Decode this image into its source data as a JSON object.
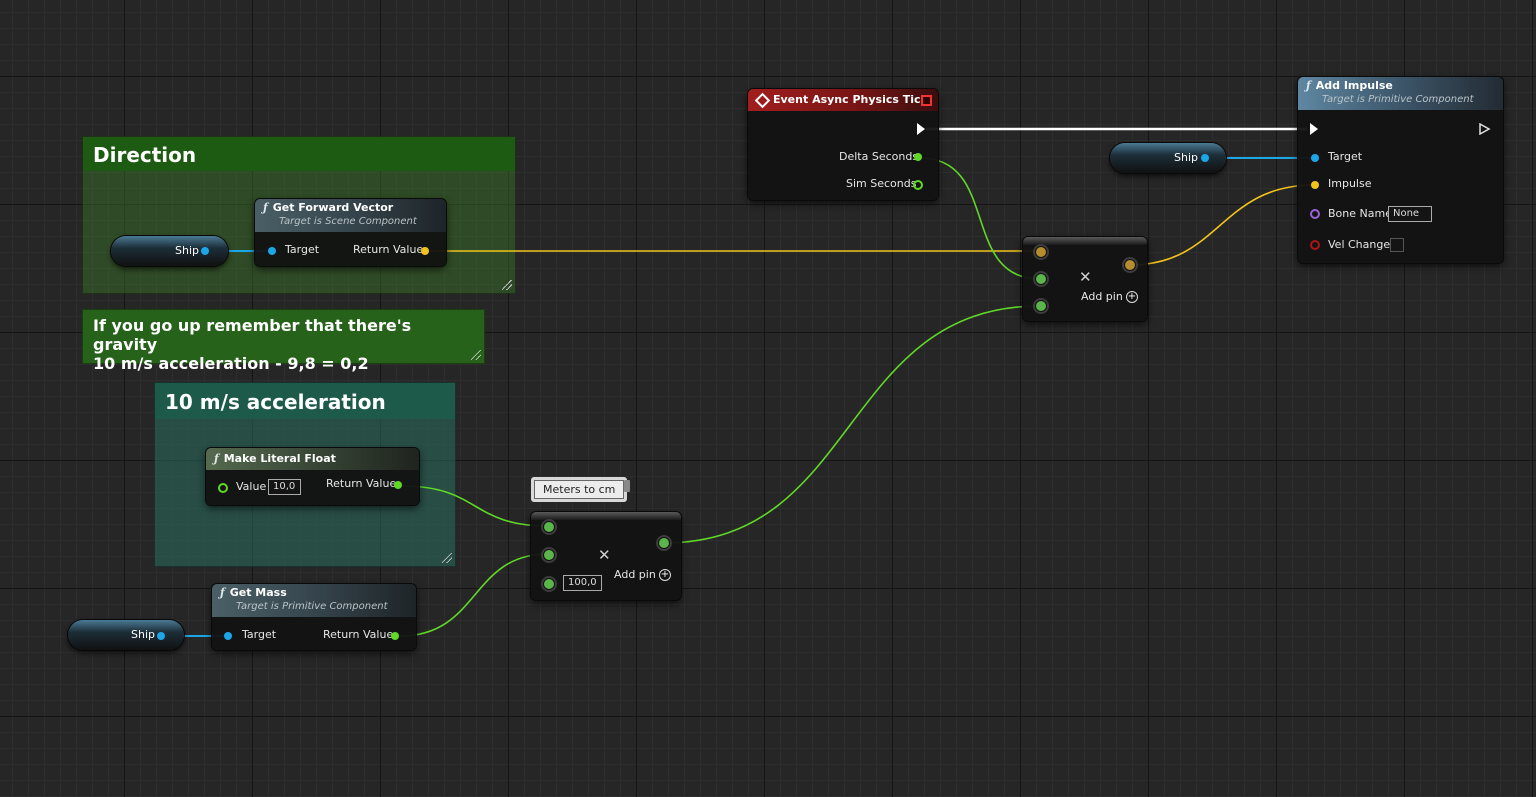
{
  "comments": {
    "direction": {
      "title": "Direction",
      "color": "#1d5a12"
    },
    "gravity": {
      "line1": "If you go up remember that there's gravity",
      "line2": "10 m/s acceleration - 9,8 = 0,2",
      "color": "#27621b"
    },
    "acceleration": {
      "title": "10 m/s acceleration",
      "color": "#1e5a4a"
    }
  },
  "nodes": {
    "event_tick": {
      "title": "Event Async Physics Tick",
      "pin_delta": "Delta Seconds",
      "pin_sim": "Sim Seconds",
      "color": "#8c1a1a"
    },
    "add_impulse": {
      "title": "Add Impulse",
      "subtitle": "Target is Primitive Component",
      "pin_target": "Target",
      "pin_impulse": "Impulse",
      "pin_bone": "Bone Name",
      "bone_value": "None",
      "pin_vel": "Vel Change"
    },
    "get_forward": {
      "title": "Get Forward Vector",
      "subtitle": "Target is Scene Component",
      "pin_target": "Target",
      "pin_return": "Return Value"
    },
    "make_literal": {
      "title": "Make Literal Float",
      "pin_value": "Value",
      "value": "10,0",
      "pin_return": "Return Value"
    },
    "get_mass": {
      "title": "Get Mass",
      "subtitle": "Target is Primitive Component",
      "pin_target": "Target",
      "pin_return": "Return Value"
    },
    "multiply_top": {
      "add_pin": "Add pin"
    },
    "multiply_bottom": {
      "add_pin": "Add pin",
      "value": "100,0",
      "comment_bubble": "Meters to cm"
    }
  },
  "variables": {
    "ship_direction": "Ship",
    "ship_impulse": "Ship",
    "ship_mass": "Ship"
  },
  "icons": {
    "function": "ƒ",
    "multiply": "✕",
    "add": "+"
  },
  "colors": {
    "exec": "#ffffff",
    "object": "#1ba6e8",
    "vector": "#f3c31b",
    "float": "#5fd926",
    "name": "#9b62d8",
    "bool": "#b01515"
  }
}
